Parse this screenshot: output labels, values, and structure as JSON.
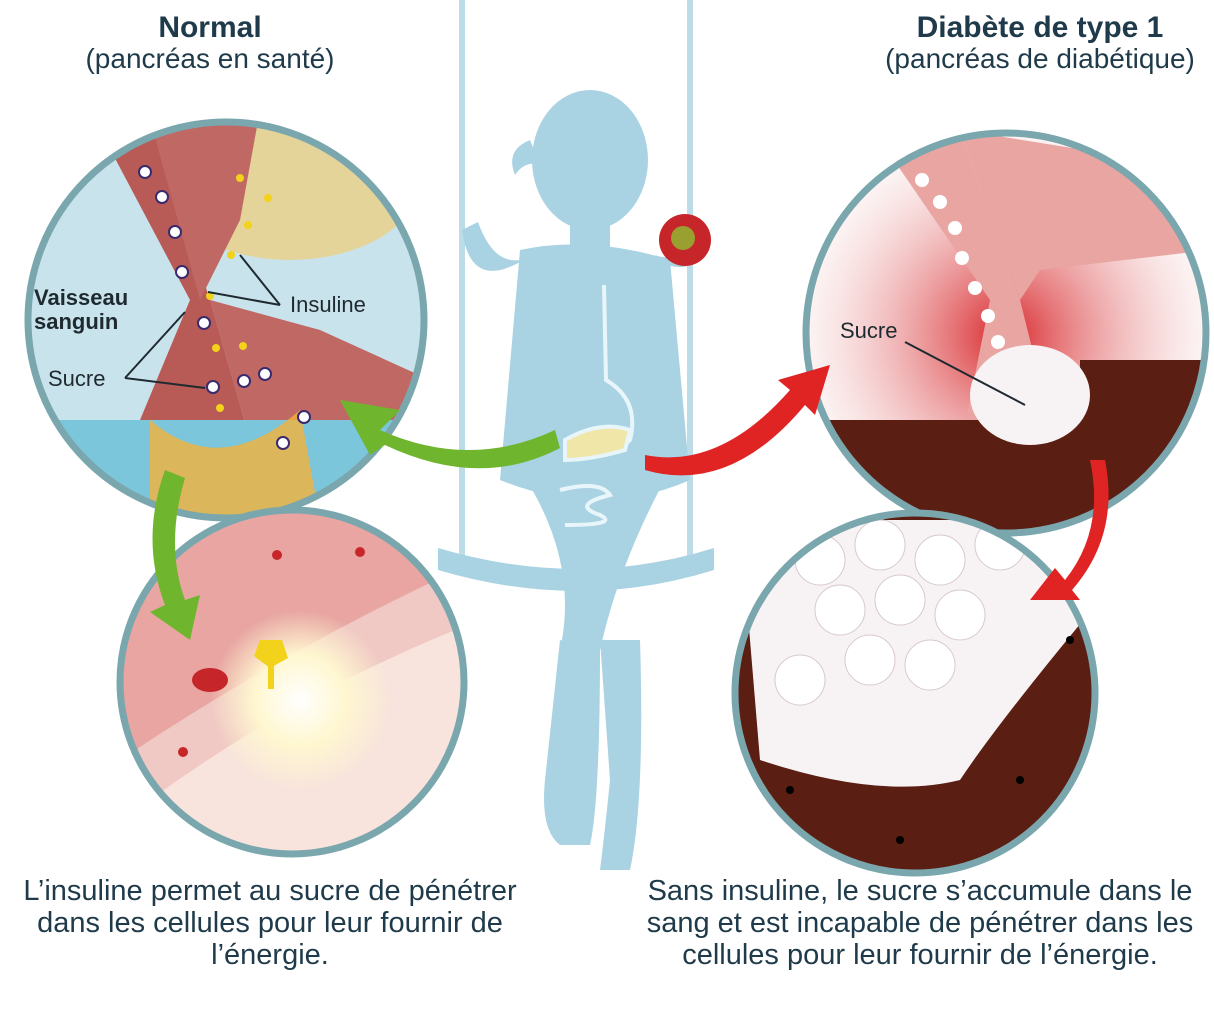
{
  "normal": {
    "title": "Normal",
    "subtitle": "(pancréas en santé)",
    "labels": {
      "vessel": "Vaisseau sanguin",
      "insulin": "Insuline",
      "sugar": "Sucre"
    },
    "caption": "L’insuline permet au sucre de pénétrer dans les cellules pour leur fournir de l’énergie."
  },
  "diabetes": {
    "title": "Diabète de type 1",
    "subtitle": "(pancréas de diabétique)",
    "labels": {
      "sugar": "Sucre"
    },
    "caption": "Sans insuline, le sucre s’accumule dans le sang et est incapable de pénétrer dans les cellules pour leur fournir de l’énergie."
  },
  "colors": {
    "circle_border": "#7aa6ae",
    "silhouette": "#a9d3e2",
    "vessel": "#b85a55",
    "arrow_green": "#6fb62e",
    "arrow_red": "#e02424",
    "insulin": "#f2d21b",
    "sugar_cells": "#f7f2f4",
    "tissue_dark": "#5a1e12"
  }
}
